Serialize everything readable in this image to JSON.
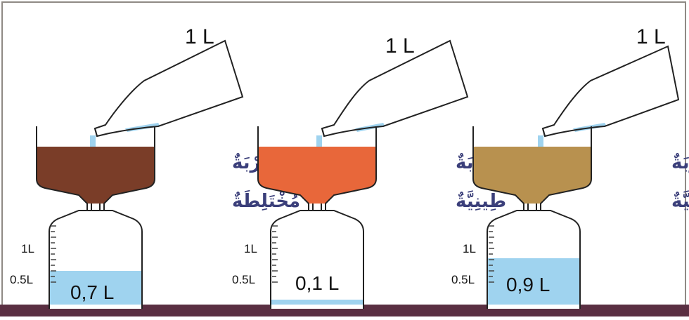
{
  "experiments": [
    {
      "bottle_label": "1 L",
      "soil_name": [
        "تُرْبَةٌ",
        "مُخْتَلِطَةٌ"
      ],
      "scale_labels": [
        "1L",
        "0.5L"
      ],
      "collected": "0,7 L",
      "collected_fraction": 0.7,
      "soil_color": "#7a3d28"
    },
    {
      "bottle_label": "1 L",
      "soil_name": [
        "تُرْبَةٌ",
        "طِينِيَّةٌ"
      ],
      "scale_labels": [
        "1L",
        "0.5L"
      ],
      "collected": "0,1 L",
      "collected_fraction": 0.1,
      "soil_color": "#e8673a"
    },
    {
      "bottle_label": "1 L",
      "soil_name": [
        "تُرْبَةٌ",
        "رَمْلِيَّةٌ"
      ],
      "scale_labels": [
        "1L",
        "0.5L"
      ],
      "collected": "0,9 L",
      "collected_fraction": 0.9,
      "soil_color": "#b8914f"
    }
  ],
  "colors": {
    "water": "#9fd3ef",
    "ground": "#5a2f42",
    "label_text": "#3b3f7a",
    "frame": "#8f8a85"
  }
}
